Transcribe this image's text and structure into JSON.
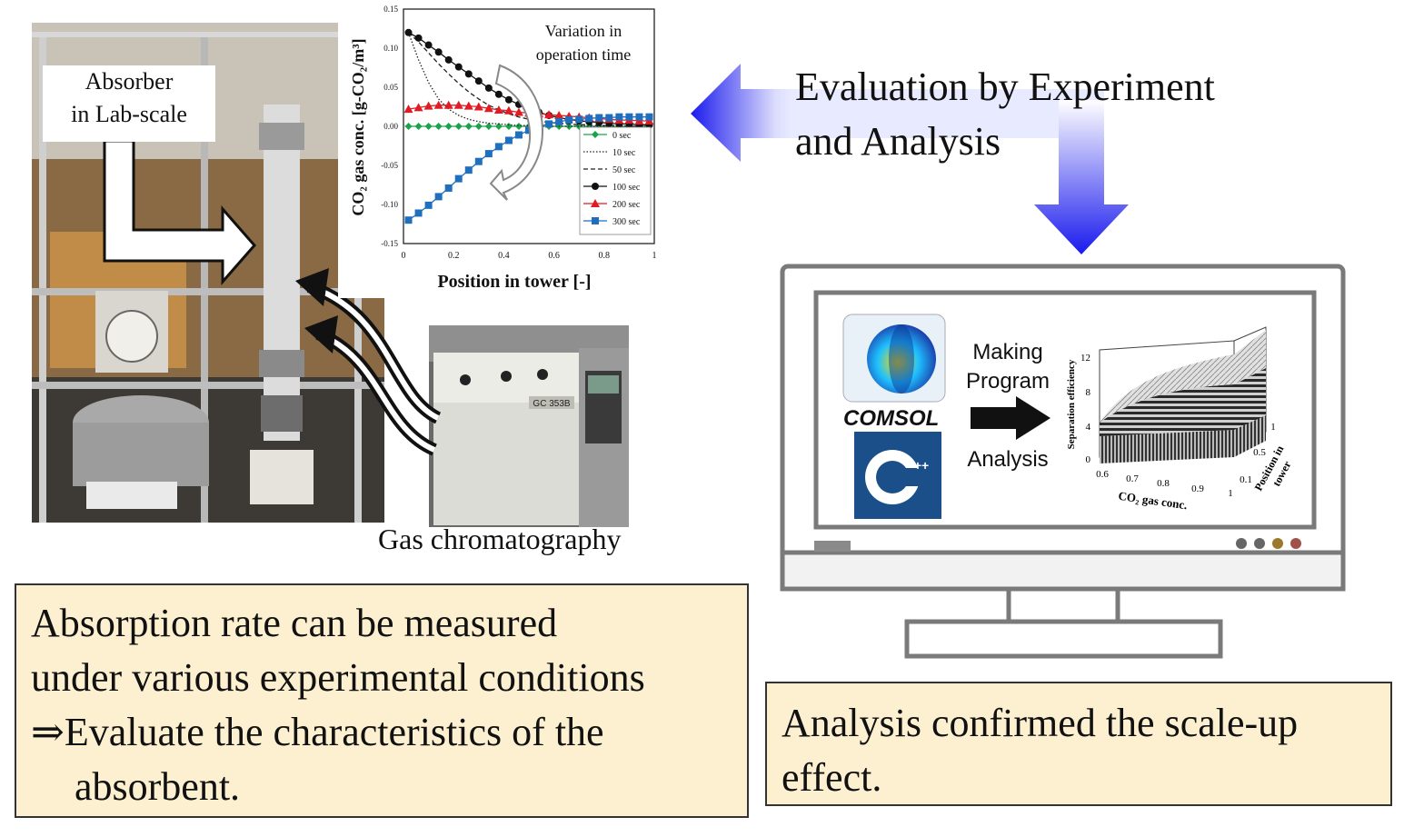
{
  "photo_labels": {
    "absorber_line1": "Absorber",
    "absorber_line2": "in Lab-scale",
    "gc_caption": "Gas chromatography",
    "gc_model": "GC 353B"
  },
  "evaluation": {
    "line1": "Evaluation by Experiment",
    "line2": "and Analysis"
  },
  "notes": {
    "left_line1": "Absorption rate can be measured",
    "left_line2": "under various experimental conditions",
    "left_line3": "⇒Evaluate the characteristics of the",
    "left_line4": "absorbent.",
    "right_line1": "Analysis confirmed the scale-up",
    "right_line2": "effect."
  },
  "monitor": {
    "comsol_label": "COMSOL",
    "cpp_symbol": "C",
    "cpp_plus": "++",
    "making_line1": "Making",
    "making_line2": "Program",
    "analysis_label": "Analysis",
    "plot3d": {
      "zlabel": "Separation efficiency",
      "xlabel": "CO₂ gas conc.",
      "ylabel_line1": "Position in",
      "ylabel_line2": "tower",
      "z_ticks": [
        "0",
        "4",
        "8",
        "12"
      ],
      "x_ticks": [
        "0.6",
        "0.7",
        "0.8",
        "0.9",
        "1"
      ],
      "y_ticks": [
        "0.1",
        "0.5",
        "1"
      ]
    }
  },
  "chart_data": {
    "type": "line",
    "annotation_line1": "Variation in",
    "annotation_line2": "operation time",
    "xlabel": "Position in tower [-]",
    "ylabel": "CO₂ gas conc. [g-CO₂/m³]",
    "xlim": [
      0,
      1
    ],
    "ylim": [
      -0.15,
      0.15
    ],
    "x_ticks": [
      "0",
      "0.2",
      "0.4",
      "0.6",
      "0.8",
      "1"
    ],
    "y_ticks": [
      "-0.15",
      "-0.10",
      "-0.05",
      "0.00",
      "0.05",
      "0.10",
      "0.15"
    ],
    "legend_position": "bottom-right",
    "x": [
      0.02,
      0.06,
      0.1,
      0.14,
      0.18,
      0.22,
      0.26,
      0.3,
      0.34,
      0.38,
      0.42,
      0.46,
      0.5,
      0.54,
      0.58,
      0.62,
      0.66,
      0.7,
      0.74,
      0.78,
      0.82,
      0.86,
      0.9,
      0.94,
      0.98
    ],
    "series": [
      {
        "name": "0 sec",
        "color": "#1aa34a",
        "marker": "diamond",
        "dash": "solid",
        "values": [
          0,
          0,
          0,
          0,
          0,
          0,
          0,
          0,
          0,
          0,
          0,
          0,
          0,
          0,
          0,
          0,
          0,
          0,
          0,
          0,
          0,
          0,
          0,
          0,
          0
        ]
      },
      {
        "name": "10 sec",
        "color": "#222222",
        "marker": "none",
        "dash": "dotted",
        "values": [
          0.12,
          0.085,
          0.056,
          0.035,
          0.022,
          0.014,
          0.009,
          0.006,
          0.004,
          0.003,
          0.002,
          0.001,
          0.001,
          0,
          0,
          0,
          0,
          0,
          0,
          0,
          0,
          0,
          0,
          0,
          0
        ]
      },
      {
        "name": "50 sec",
        "color": "#222222",
        "marker": "none",
        "dash": "dashed",
        "values": [
          0.12,
          0.108,
          0.094,
          0.08,
          0.067,
          0.055,
          0.044,
          0.035,
          0.027,
          0.021,
          0.016,
          0.012,
          0.009,
          0.007,
          0.005,
          0.004,
          0.003,
          0.002,
          0.002,
          0.001,
          0.001,
          0.001,
          0,
          0,
          0
        ]
      },
      {
        "name": "100 sec",
        "color": "#111111",
        "marker": "circle",
        "dash": "solid",
        "values": [
          0.12,
          0.113,
          0.104,
          0.095,
          0.085,
          0.076,
          0.067,
          0.058,
          0.049,
          0.041,
          0.034,
          0.028,
          0.022,
          0.018,
          0.014,
          0.011,
          0.009,
          0.007,
          0.006,
          0.005,
          0.004,
          0.003,
          0.003,
          0.002,
          0.002
        ]
      },
      {
        "name": "200 sec",
        "color": "#e01b24",
        "marker": "triangle",
        "dash": "solid",
        "values": [
          0.022,
          0.024,
          0.026,
          0.027,
          0.027,
          0.027,
          0.026,
          0.025,
          0.023,
          0.021,
          0.02,
          0.018,
          0.017,
          0.016,
          0.015,
          0.014,
          0.013,
          0.012,
          0.011,
          0.01,
          0.009,
          0.008,
          0.008,
          0.007,
          0.007
        ]
      },
      {
        "name": "300 sec",
        "color": "#1f6fbf",
        "marker": "square",
        "dash": "solid",
        "values": [
          -0.12,
          -0.111,
          -0.101,
          -0.09,
          -0.079,
          -0.067,
          -0.056,
          -0.045,
          -0.035,
          -0.026,
          -0.018,
          -0.011,
          -0.005,
          0,
          0.003,
          0.006,
          0.008,
          0.009,
          0.01,
          0.011,
          0.011,
          0.012,
          0.012,
          0.012,
          0.012
        ]
      }
    ]
  }
}
